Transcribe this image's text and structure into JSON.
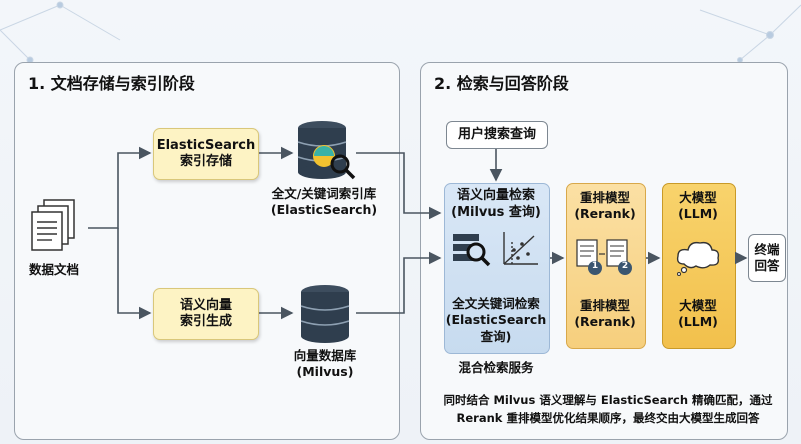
{
  "stage1": {
    "title": "1. 文档存储与索引阶段",
    "source_doc": "数据文档",
    "es_store": "ElasticSearch\n索引存储",
    "vec_gen": "语义向量\n索引生成",
    "fulltext_db": "全文/关键词索引库\n(ElasticSearch)",
    "vector_db": "向量数据库\n(Milvus)"
  },
  "stage2": {
    "title": "2. 检索与回答阶段",
    "user_query": "用户搜索查询",
    "semantic_search": "语义向量检索\n(Milvus 查询)",
    "keyword_search": "全文关键词检索\n(ElasticSearch\n查询)",
    "hybrid_label": "混合检索服务",
    "rerank_top": "重排模型\n(Rerank)",
    "rerank_bottom": "重排模型\n(Rerank)",
    "rerank_badges": [
      "1",
      "2"
    ],
    "llm_top": "大模型\n(LLM)",
    "llm_bottom": "大模型\n(LLM)",
    "final": "终端\n回答",
    "footnote_line1": "同时结合 Milvus 语义理解与 ElasticSearch 精确匹配，通过",
    "footnote_line2": "Rerank 重排模型优化结果顺序，最终交由大模型生成回答"
  },
  "colors": {
    "yellow_box": "#fdf3c4",
    "blue_column": "#d3e3f4",
    "orange_column": "#f8d68f",
    "gold_column": "#f4c85a",
    "arrow": "#4a5560",
    "db_dark": "#2f3e4e"
  }
}
